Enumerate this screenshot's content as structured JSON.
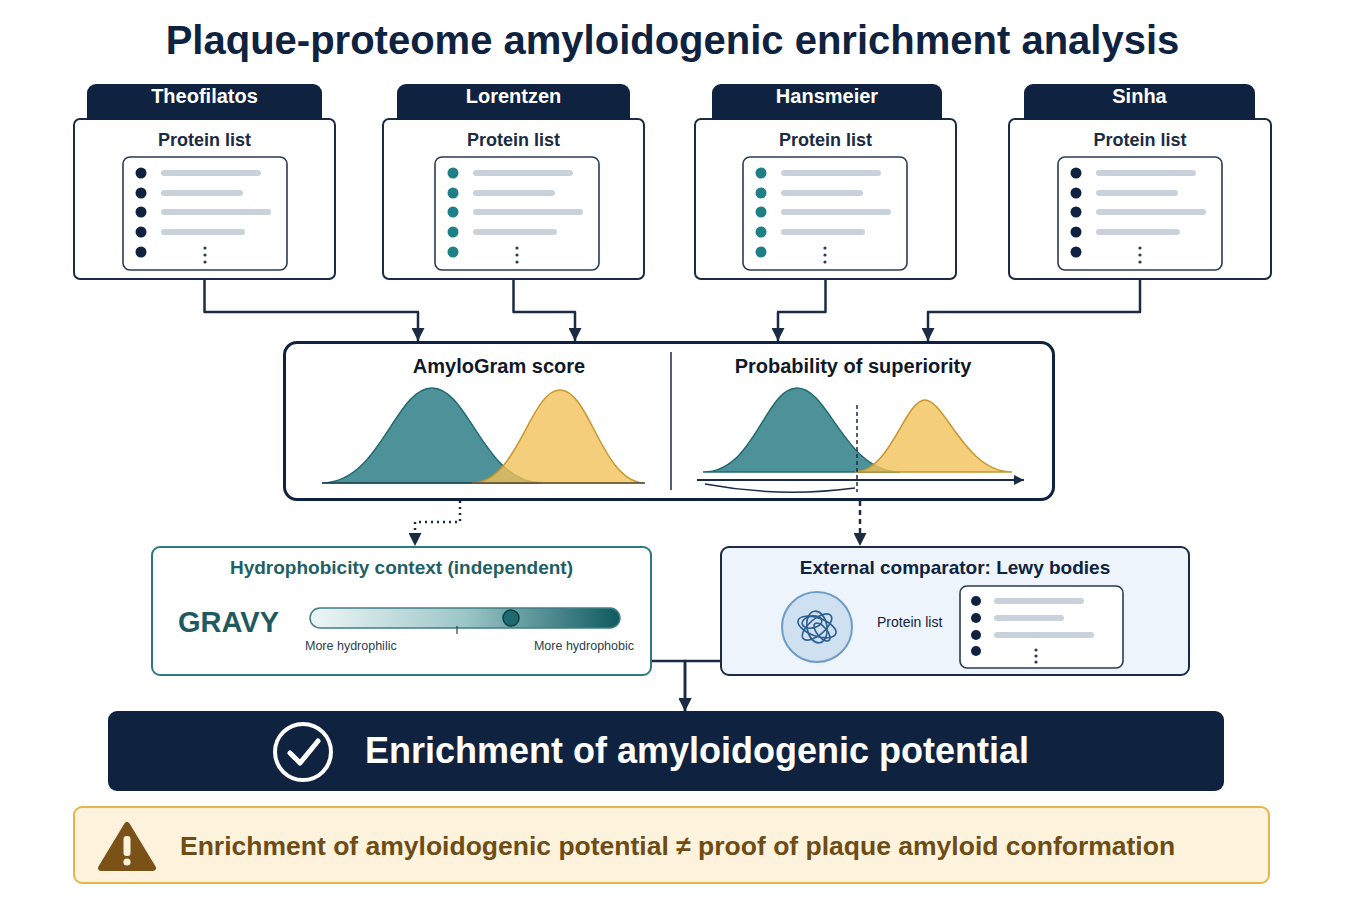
{
  "diagram": {
    "title": "Plaque-proteome amyloidogenic enrichment analysis",
    "nodes": [
      {
        "text": [
          "Theofilatos",
          "Protein list"
        ]
      },
      {
        "text": [
          "Lorentzen",
          "Protein list"
        ]
      },
      {
        "text": [
          "Hansmeier",
          "Protein list"
        ]
      },
      {
        "text": [
          "Sinha",
          "Protein list"
        ]
      },
      {
        "text": [
          "AmyloGram score",
          "Probability of superiority"
        ]
      },
      {
        "text": [
          "Hydrophobicity context (independent)",
          "GRAVY",
          "More hydrophilic",
          "More hydrophobic"
        ]
      },
      {
        "text": [
          "External comparator: Lewy bodies",
          "Protein list"
        ]
      },
      {
        "text": [
          "Enrichment of amyloidogenic potential"
        ]
      },
      {
        "text": [
          "Enrichment of amyloidogenic potential ≠ proof of plaque amyloid conformation"
        ]
      }
    ],
    "edges": [
      {
        "from": 0,
        "to": 4,
        "arrow": "to"
      },
      {
        "from": 1,
        "to": 4,
        "arrow": "to"
      },
      {
        "from": 2,
        "to": 4,
        "arrow": "to"
      },
      {
        "from": 3,
        "to": 4,
        "arrow": "to"
      },
      {
        "from": 4,
        "to": 5,
        "arrow": "to"
      },
      {
        "from": 4,
        "to": 6,
        "arrow": "to"
      },
      {
        "from": 5,
        "to": 7,
        "arrow": "to"
      },
      {
        "from": 6,
        "to": 7,
        "arrow": "to"
      }
    ]
  }
}
